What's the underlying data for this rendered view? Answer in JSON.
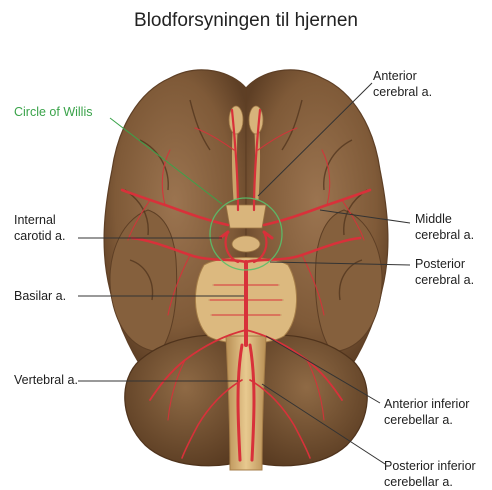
{
  "title": "Blodforsyningen til hjernen",
  "labels": {
    "circle_of_willis": "Circle of Willis",
    "anterior_cerebral": [
      "Anterior",
      "cerebral a."
    ],
    "internal_carotid": [
      "Internal",
      "carotid a."
    ],
    "middle_cerebral": [
      "Middle",
      "cerebral a."
    ],
    "posterior_cerebral": [
      "Posterior",
      "cerebral a."
    ],
    "basilar": "Basilar a.",
    "vertebral": "Vertebral a.",
    "anterior_inferior_cerebellar": [
      "Anterior inferior",
      "cerebellar a."
    ],
    "posterior_inferior_cerebellar": [
      "Posterior inferior",
      "cerebellar a."
    ]
  },
  "colors": {
    "brain": "#8a6441",
    "brain_dark": "#5e3f25",
    "cerebellum": "#7d5836",
    "brainstem": "#d9b57c",
    "artery": "#d8313a",
    "circle_outline": "#59c06a",
    "leader_line": "#333333"
  }
}
